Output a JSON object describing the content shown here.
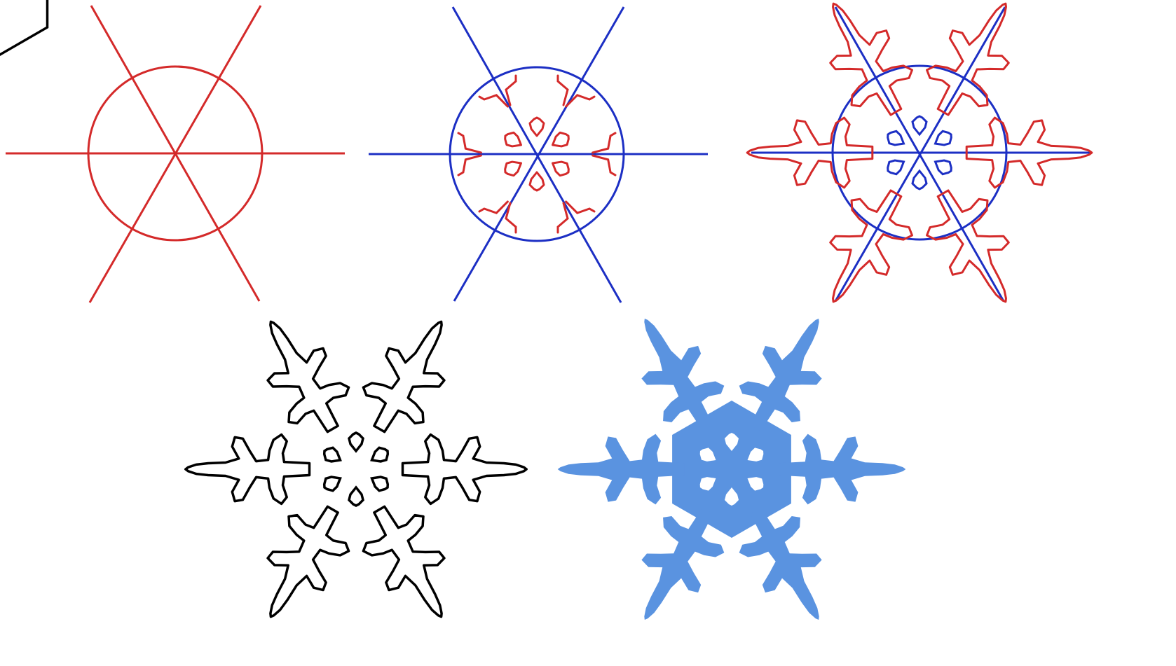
{
  "steps": [
    {
      "id": "guide",
      "stage": "guidelines",
      "guide_color": "#d42a2a"
    },
    {
      "id": "inner",
      "stage": "inner-details",
      "guide_color": "#1c2fc4",
      "detail_color": "#d42a2a"
    },
    {
      "id": "outer",
      "stage": "outer-branches",
      "guide_color": "#1c2fc4",
      "detail_color": "#d42a2a"
    },
    {
      "id": "outline",
      "stage": "final-outline",
      "outline_color": "#000000"
    },
    {
      "id": "filled",
      "stage": "colored-snowflake",
      "fill_color": "#5a93e0"
    }
  ],
  "colors": {
    "background": "#ffffff",
    "red": "#d42a2a",
    "blue": "#1c2fc4",
    "black": "#000000",
    "snow_blue": "#5a93e0"
  },
  "arm_count": 6
}
